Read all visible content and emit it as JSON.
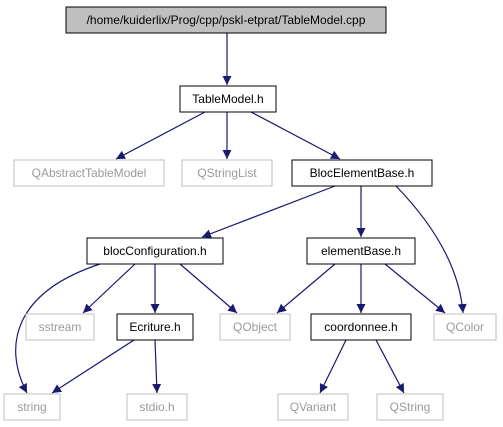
{
  "graph": {
    "colors": {
      "edge": "#191970",
      "main_fill": "#bfbfbf",
      "documented_border": "#000000",
      "external_border": "#bfbfbf",
      "external_text": "#9a9a9a"
    },
    "nodes": [
      {
        "id": "tablemodel-cpp",
        "label": "/home/kuiderlix/Prog/cpp/pskl-etprat/TableModel.cpp",
        "kind": "main"
      },
      {
        "id": "tablemodel-h",
        "label": "TableModel.h",
        "kind": "documented"
      },
      {
        "id": "qabstracttablemodel",
        "label": "QAbstractTableModel",
        "kind": "external"
      },
      {
        "id": "qstringlist",
        "label": "QStringList",
        "kind": "external"
      },
      {
        "id": "blocelementbase-h",
        "label": "BlocElementBase.h",
        "kind": "documented"
      },
      {
        "id": "blocconfiguration-h",
        "label": "blocConfiguration.h",
        "kind": "documented"
      },
      {
        "id": "elementbase-h",
        "label": "elementBase.h",
        "kind": "documented"
      },
      {
        "id": "qcolor",
        "label": "QColor",
        "kind": "external"
      },
      {
        "id": "sstream",
        "label": "sstream",
        "kind": "external"
      },
      {
        "id": "ecriture-h",
        "label": "Ecriture.h",
        "kind": "documented"
      },
      {
        "id": "qobject",
        "label": "QObject",
        "kind": "external"
      },
      {
        "id": "coordonnee-h",
        "label": "coordonnee.h",
        "kind": "documented"
      },
      {
        "id": "string",
        "label": "string",
        "kind": "external"
      },
      {
        "id": "stdio-h",
        "label": "stdio.h",
        "kind": "external"
      },
      {
        "id": "qvariant",
        "label": "QVariant",
        "kind": "external"
      },
      {
        "id": "qstring",
        "label": "QString",
        "kind": "external"
      }
    ],
    "edges": [
      {
        "from": "tablemodel-cpp",
        "to": "tablemodel-h"
      },
      {
        "from": "tablemodel-h",
        "to": "qabstracttablemodel"
      },
      {
        "from": "tablemodel-h",
        "to": "qstringlist"
      },
      {
        "from": "tablemodel-h",
        "to": "blocelementbase-h"
      },
      {
        "from": "blocelementbase-h",
        "to": "blocconfiguration-h"
      },
      {
        "from": "blocelementbase-h",
        "to": "elementbase-h"
      },
      {
        "from": "blocelementbase-h",
        "to": "qcolor"
      },
      {
        "from": "blocconfiguration-h",
        "to": "string"
      },
      {
        "from": "blocconfiguration-h",
        "to": "sstream"
      },
      {
        "from": "blocconfiguration-h",
        "to": "ecriture-h"
      },
      {
        "from": "blocconfiguration-h",
        "to": "qobject"
      },
      {
        "from": "ecriture-h",
        "to": "string"
      },
      {
        "from": "ecriture-h",
        "to": "stdio-h"
      },
      {
        "from": "elementbase-h",
        "to": "qobject"
      },
      {
        "from": "elementbase-h",
        "to": "coordonnee-h"
      },
      {
        "from": "elementbase-h",
        "to": "qcolor"
      },
      {
        "from": "coordonnee-h",
        "to": "qvariant"
      },
      {
        "from": "coordonnee-h",
        "to": "qstring"
      }
    ]
  }
}
